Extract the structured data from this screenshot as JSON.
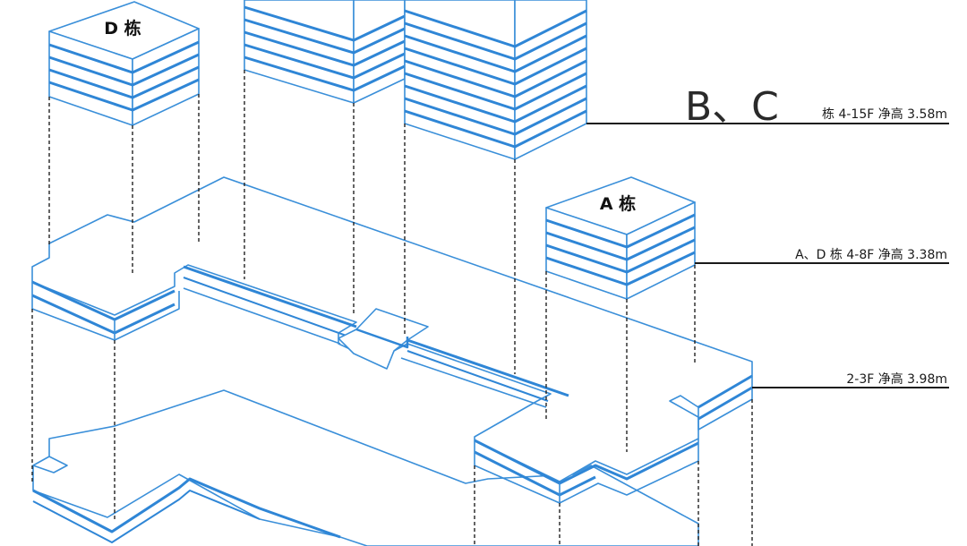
{
  "colors": {
    "outline": "#3a8fd9",
    "band": "#2f86d6",
    "face_light": "#ffffff",
    "leader": "#1a1a1a",
    "dash": "#222222"
  },
  "buildings": {
    "d_label": "D 栋",
    "a_label": "A 栋"
  },
  "annotations": {
    "bc_big_letters": "B、C",
    "bc_rest": "栋 4-15F 净高 3.58m",
    "ad": "A、D 栋 4-8F 净高 3.38m",
    "podium": "2-3F 净高 3.98m"
  }
}
